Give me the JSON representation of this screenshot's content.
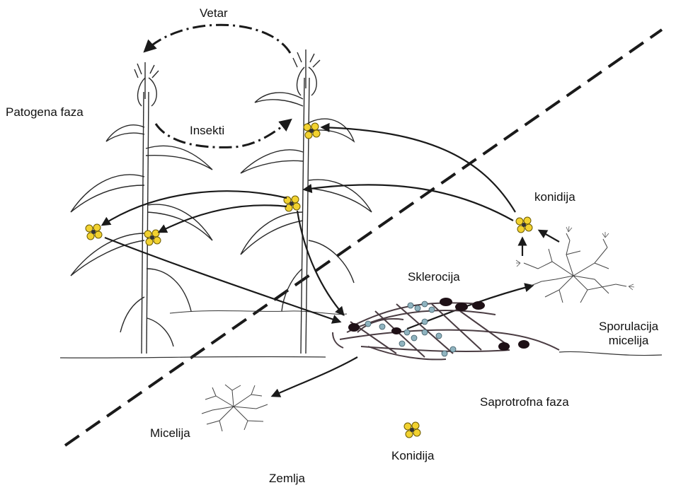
{
  "labels": {
    "vetar": "Vetar",
    "insekti": "Insekti",
    "patogena_faza": "Patogena faza",
    "konidija_top": "konidija",
    "sklerocija": "Sklerocija",
    "sporulacija_line1": "Sporulacija",
    "sporulacija_line2": "micelija",
    "saprotrofna_faza": "Saprotrofna faza",
    "micelija": "Micelija",
    "konidija_bottom": "Konidija",
    "zemlja": "Zemlja"
  },
  "colors": {
    "line": "#1a1a1a",
    "conidia": "#f2d230",
    "conidia_outline": "#6b5a00",
    "sclerotia": "#1e1016",
    "spores_blue": "#8fb3bf",
    "debris": "#4a3c42"
  },
  "icons": {
    "plant": "corn-plant-icon",
    "conidia": "conidia-cluster-icon",
    "mycelium": "mycelium-icon",
    "sclerotia": "sclerotia-icon"
  }
}
